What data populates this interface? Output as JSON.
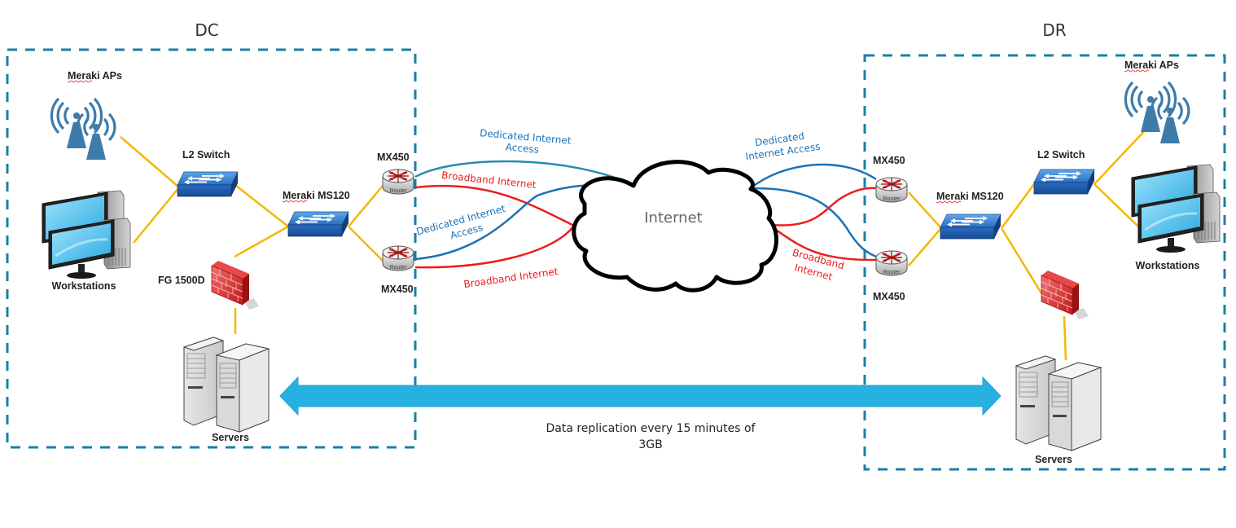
{
  "colors": {
    "boundary": "#1a7fa6",
    "lan_link": "#f5b800",
    "dedicated": "#1a72b8",
    "dedicated_alt": "#2a8ab0",
    "broadband": "#ee1c1c",
    "replication_arrow": "#27b1e3",
    "cloud_stroke": "#000000"
  },
  "sites": {
    "dc": {
      "title": "DC",
      "aps_label": "Meraki APs",
      "l2_switch_label": "L2 Switch",
      "workstations_label": "Workstations",
      "core_switch_label": "Meraki MS120",
      "firewall_label": "FG 1500D",
      "servers_label": "Servers",
      "router_top_label": "MX450",
      "router_bottom_label": "MX450"
    },
    "dr": {
      "title": "DR",
      "aps_label": "Meraki APs",
      "l2_switch_label": "L2 Switch",
      "workstations_label": "Workstations",
      "core_switch_label": "Meraki MS120",
      "servers_label": "Servers",
      "router_top_label": "MX450",
      "router_bottom_label": "MX450"
    }
  },
  "router_badge": "Router",
  "internet": {
    "label": "Internet"
  },
  "links": {
    "dc_dedicated_top": [
      "Dedicated  Internet",
      "Access"
    ],
    "dc_broadband_top": "Broadband Internet",
    "dc_dedicated_bottom": [
      "Dedicated  Internet",
      "Access"
    ],
    "dc_broadband_bottom": "Broadband Internet",
    "dr_dedicated": [
      "Dedicated",
      "Internet Access"
    ],
    "dr_broadband": [
      "Broadband",
      "Internet"
    ]
  },
  "replication": {
    "line1": "Data replication every 15 minutes of",
    "line2": "3GB"
  }
}
